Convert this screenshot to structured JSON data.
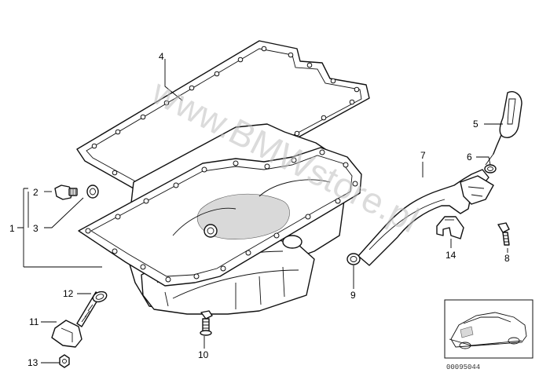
{
  "callouts": {
    "c1": "1",
    "c2": "2",
    "c3": "3",
    "c4": "4",
    "c5": "5",
    "c6": "6",
    "c7": "7",
    "c8": "8",
    "c9": "9",
    "c10": "10",
    "c11": "11",
    "c12": "12",
    "c13": "13",
    "c14": "14"
  },
  "watermark": "www.BMWstore.pl",
  "reference_number": "00095044"
}
